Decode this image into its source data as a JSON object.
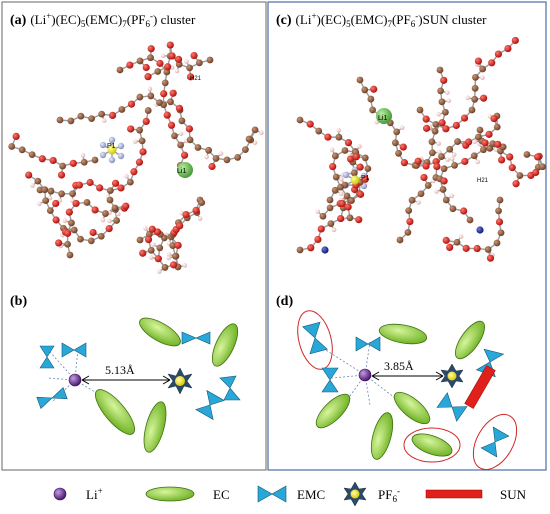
{
  "panels": {
    "a": {
      "letter": "(a)",
      "title_parts": [
        "(Li",
        "+",
        ")(EC)",
        "5",
        "(EMC)",
        "7",
        "(PF",
        "6",
        "-",
        ") cluster"
      ],
      "labels": {
        "p": "P1",
        "li": "Li1",
        "h": "H21"
      }
    },
    "b": {
      "letter": "(b)",
      "distance": "5.13Å"
    },
    "c": {
      "letter": "(c)",
      "title_parts": [
        "(Li",
        "+",
        ")(EC)",
        "5",
        "(EMC)",
        "7",
        "(PF",
        "6",
        "-",
        ")SUN cluster"
      ],
      "labels": {
        "p": "P1",
        "li": "Li1",
        "h": "H21"
      }
    },
    "d": {
      "letter": "(d)",
      "distance": "3.85Å"
    }
  },
  "legend": {
    "li": "Li",
    "li_sup": "+",
    "ec": "EC",
    "emc": "EMC",
    "pf": "PF",
    "pf_sub": "6",
    "pf_sup": "-",
    "sun": "SUN"
  },
  "colors": {
    "frame_left": "#808080",
    "frame_right": "#4a6fa5",
    "carbon": "#8b5a3c",
    "oxygen": "#d42020",
    "hydrogen": "#f0c8c8",
    "phosphorus": "#e8e820",
    "fluorine": "#b0b8d8",
    "lithium": "#6cbf5a",
    "nitrogen": "#2030a0",
    "li_ion": "#7b3fa0",
    "ec": "#8fd13c",
    "emc": "#29a7d8",
    "pf6": "#f2e600",
    "sun": "#e0201a",
    "circle": "#d02828"
  }
}
